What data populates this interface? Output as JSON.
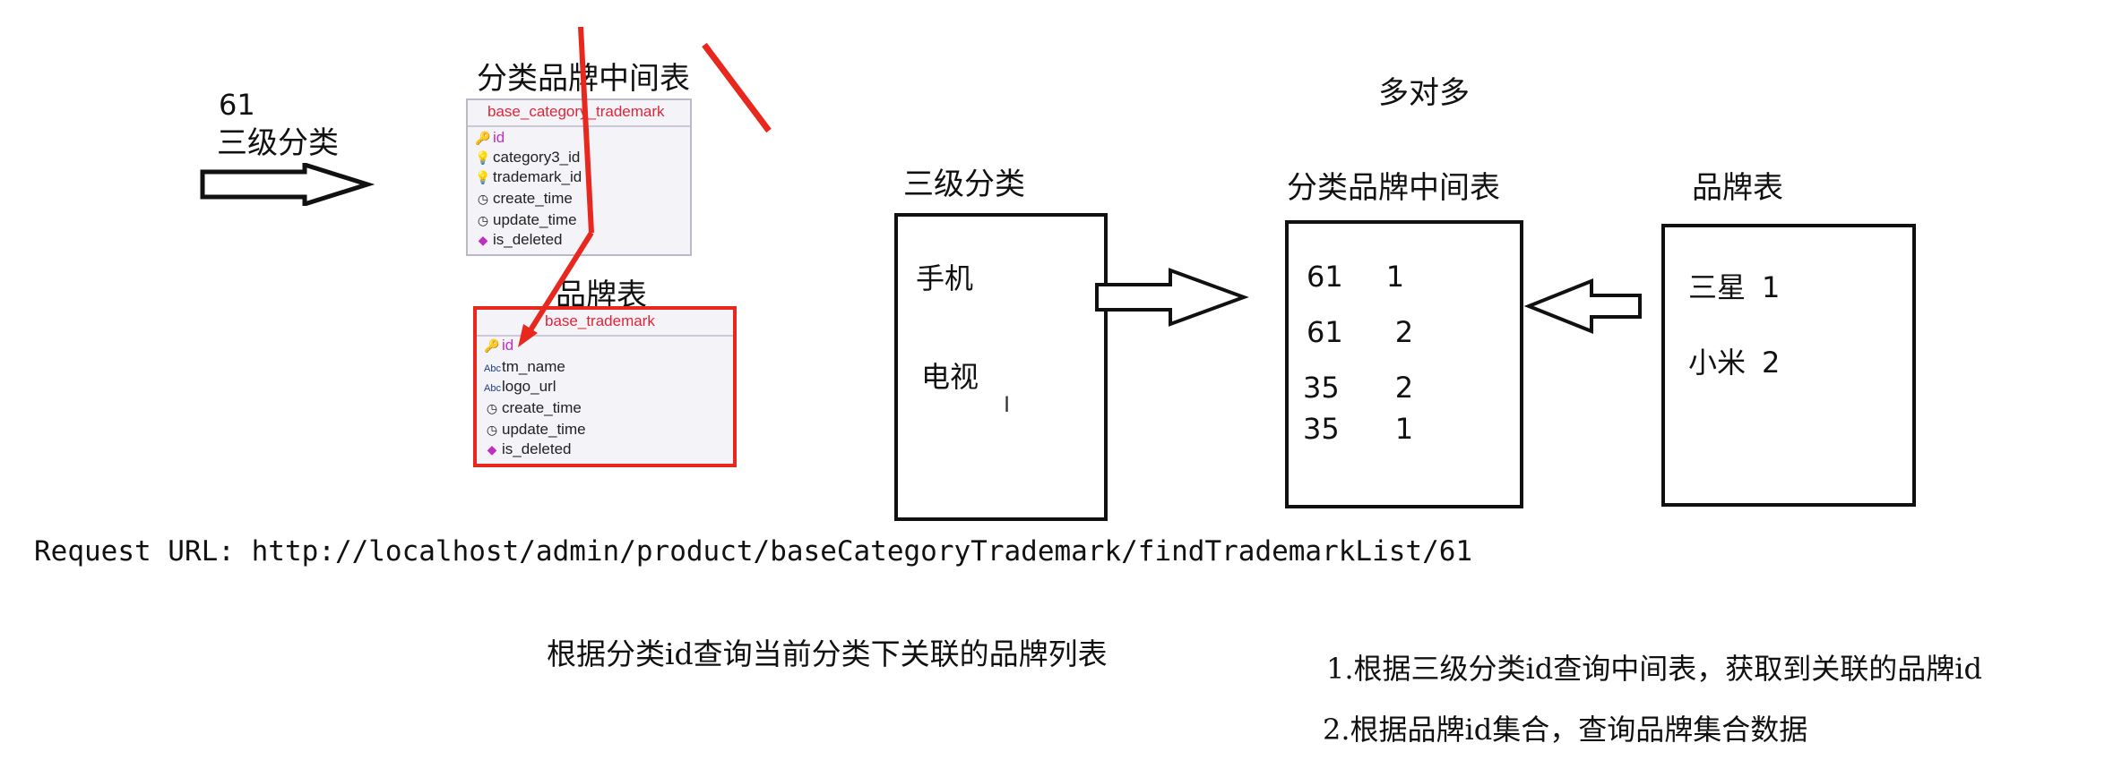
{
  "left": {
    "number": "61",
    "label": "三级分类",
    "mid_table_title": "分类品牌中间表",
    "mid_table": {
      "name": "base_category_trademark",
      "fields": [
        "id",
        "category3_id",
        "trademark_id",
        "create_time",
        "update_time",
        "is_deleted"
      ]
    },
    "brand_table_title": "品牌表",
    "brand_table": {
      "name": "base_trademark",
      "fields": [
        "id",
        "tm_name",
        "logo_url",
        "create_time",
        "update_time",
        "is_deleted"
      ]
    }
  },
  "diagram": {
    "title": "多对多",
    "category": {
      "title": "三级分类",
      "items": [
        "手机",
        "电视"
      ]
    },
    "mid": {
      "title": "分类品牌中间表",
      "rows": [
        {
          "c": "61",
          "t": "1"
        },
        {
          "c": "61",
          "t": "2"
        },
        {
          "c": "35",
          "t": "2"
        },
        {
          "c": "35",
          "t": "1"
        }
      ]
    },
    "brand": {
      "title": "品牌表",
      "rows": [
        {
          "name": "三星",
          "id": "1"
        },
        {
          "name": "小米",
          "id": "2"
        }
      ]
    }
  },
  "request_url": "Request URL: http://localhost/admin/product/baseCategoryTrademark/findTrademarkList/61",
  "description": "根据分类id查询当前分类下关联的品牌列表",
  "steps": [
    "1.根据三级分类id查询中间表，获取到关联的品牌id",
    "2.根据品牌id集合，查询品牌集合数据"
  ],
  "colors": {
    "annotation": "#e8281e",
    "pk": "#c030c0",
    "table_header": "#e0253a"
  }
}
